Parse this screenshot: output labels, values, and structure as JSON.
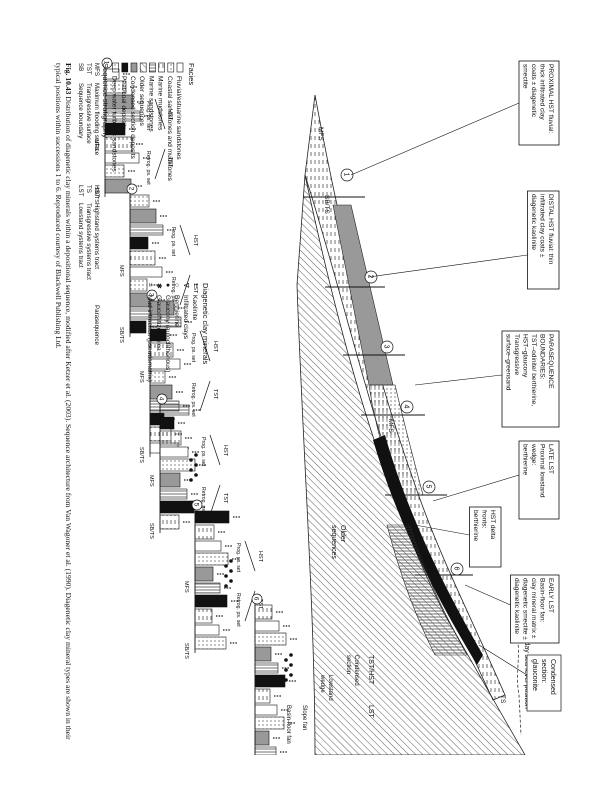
{
  "callouts": [
    {
      "lines": [
        "PROXIMAL HST fluvial:",
        "thick infiltrated clay",
        "coats ± diagenetic",
        "smectite"
      ]
    },
    {
      "lines": [
        "DISTAL HST fluvial: thin",
        "infiltrated clay coats ±",
        "diagenetic kaolinite"
      ]
    },
    {
      "lines": [
        "PARASEQUENCE",
        "BOUNDARIES:",
        "TST–odinite/ berthierine,",
        "HST–glaucony",
        "Transgressive",
        "surface–greensand"
      ]
    },
    {
      "lines": [
        "LATE LST",
        "Proximal lowstand",
        "wedge:",
        "berthierine"
      ]
    },
    {
      "lines": [
        "HST delta",
        "fronts:",
        "berthierine"
      ]
    },
    {
      "lines": [
        "EARLY LST",
        "Basin-floor fan:",
        "clay mineral matrix ±",
        "diagenetic smectite ±",
        "diagenetic kaolinite"
      ]
    }
  ],
  "cross_section": {
    "sea_level": "Present-day sea-level position",
    "condensed": [
      "Condensed",
      "section:",
      "glauconite"
    ],
    "older": [
      "Older",
      "sequences"
    ],
    "positions": [
      "1",
      "2",
      "3",
      "4",
      "5",
      "6"
    ],
    "surface_labels": [
      "MFS",
      "SB/TS",
      "MFS",
      "TS",
      "LST",
      "LST",
      "TS"
    ]
  },
  "logs": {
    "numbers": [
      "1",
      "2",
      "3",
      "4",
      "5",
      "6"
    ],
    "prog_label": "Prog. ps. set",
    "retrog_label": "Retrog. ps. set",
    "hst": "HST",
    "tst": "TST",
    "mfs": "MFS",
    "ts": "TS",
    "sbts": "SB/TS",
    "lst": "LST",
    "tst_hst": "TST/HST",
    "log6_labels": [
      "Condensed",
      "section",
      "Lowstand",
      "wedge",
      "Slope fan",
      "Basin-floor fan"
    ]
  },
  "facies_legend": {
    "title": "Facies",
    "items": [
      "Fluvial/estuarine sandstones",
      "Coastal sandstones and mudstones",
      "Marine mudstones",
      "Marine sandstones",
      "Older sequences",
      "Condensed section deposits",
      "Peat/coal deposits",
      "Deep water turbiditic sandstones"
    ]
  },
  "clay_legend": {
    "title": "Diagenetic clay minerals",
    "items": [
      {
        "sym": "=",
        "label": "Kaolinite"
      },
      {
        "sym": "∇",
        "label": "Infiltrated clays"
      },
      {
        "sym": "○",
        "label": "Berthierine"
      },
      {
        "sym": "●",
        "label": "Glaucony (autochthonous)"
      },
      {
        "sym": "✱",
        "label": "Glauconitized mica"
      },
      {
        "sym": "≈",
        "label": "Mud intraclast (pseudomatrix)"
      }
    ]
  },
  "strat_legend": {
    "title": "Sequence stratigraphy",
    "items": [
      {
        "abbr": "MFS",
        "label": "Maximum flooding surface"
      },
      {
        "abbr": "TST",
        "label": "Transgressive surface"
      },
      {
        "abbr": "SB",
        "label": "Sequence boundary"
      }
    ],
    "tracts": [
      {
        "abbr": "HST",
        "label": "Highstand systems tract"
      },
      {
        "abbr": "TS",
        "label": "Transgressive systems tract"
      },
      {
        "abbr": "LST",
        "label": "Lowstand systems tract"
      }
    ],
    "parasequence": "Parasequence"
  },
  "caption": {
    "label": "Fig. 10.43",
    "text": "Distribution of diagenetic clay minerals within a depositional sequence, modified after Ketzer et al. (2003). Sequence architecture from Van Wagoner et al. (1990). Diagenetic clay mineral types are shown in their typical positions within successions 1 to 6. Reproduced courtesy of Blackwell Publishing Ltd."
  }
}
